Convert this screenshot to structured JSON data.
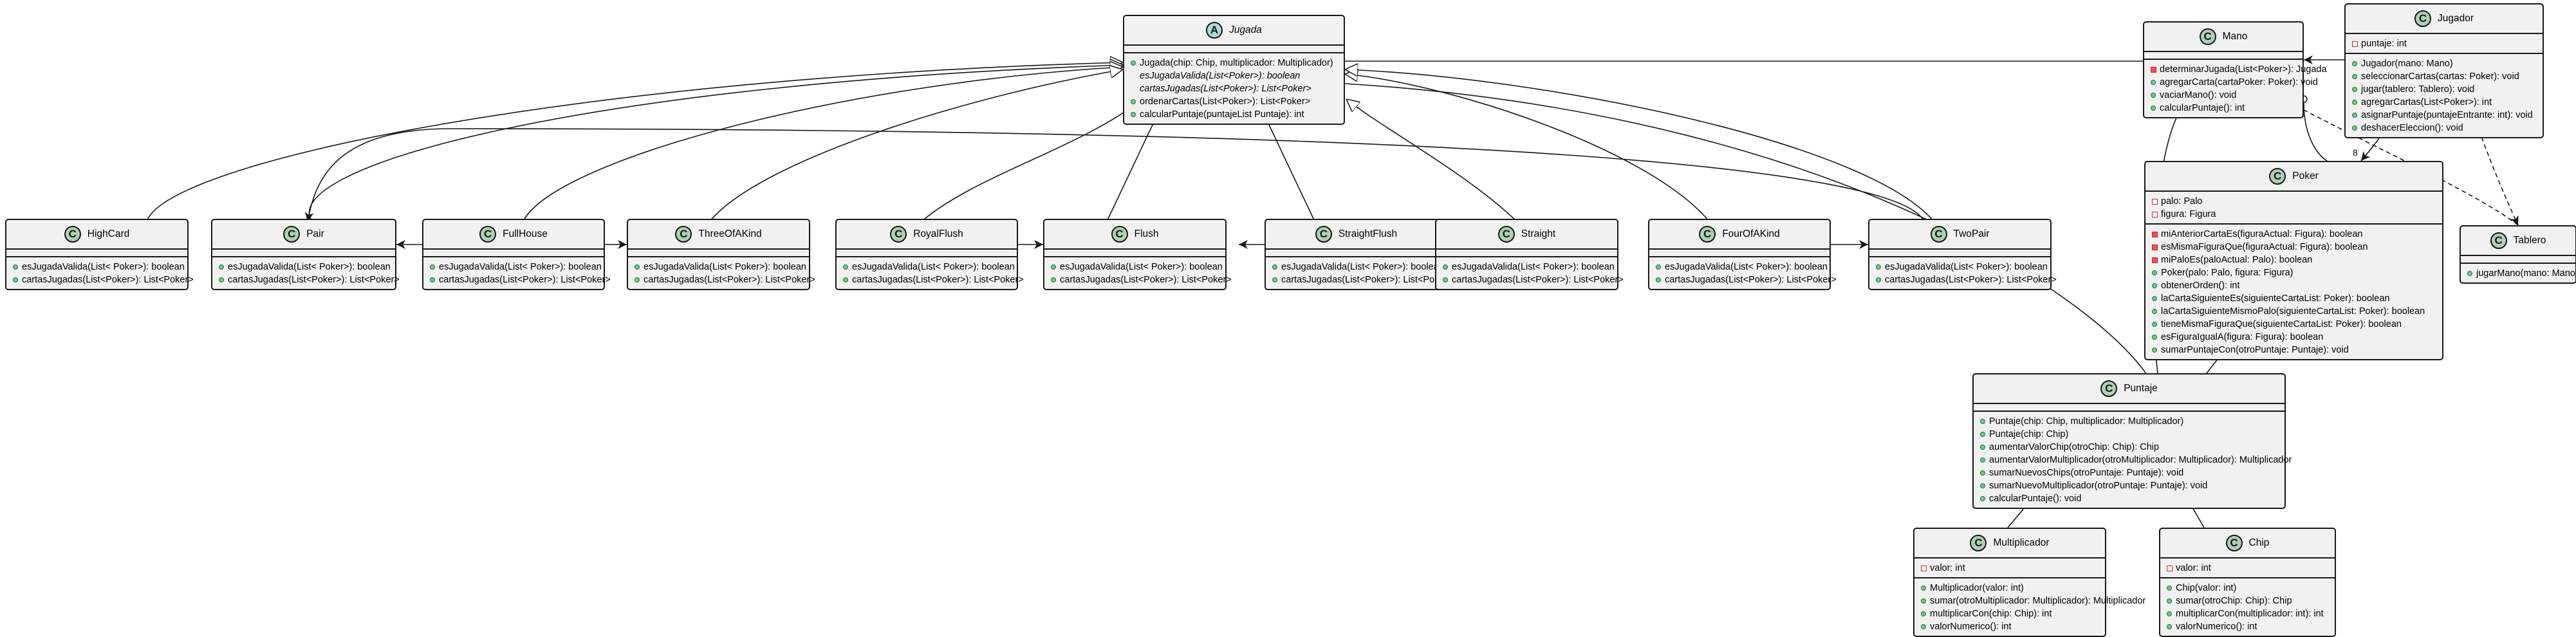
{
  "diagram": {
    "classes": {
      "Jugada": {
        "name": "Jugada",
        "kind": "abstract",
        "badge": "A",
        "fields": [],
        "methods": [
          {
            "vis": "pub",
            "text": "Jugada(chip: Chip, multiplicador: Multiplicador)",
            "abstract": false
          },
          {
            "vis": "none",
            "text": "esJugadaValida(List<Poker>): boolean",
            "abstract": true
          },
          {
            "vis": "none",
            "text": "cartasJugadas(List<Poker>): List<Poker>",
            "abstract": true
          },
          {
            "vis": "pub",
            "text": "ordenarCartas(List<Poker>): List<Poker>",
            "abstract": false
          },
          {
            "vis": "pub",
            "text": "calcularPuntaje(puntajeList Puntaje): int",
            "abstract": false
          }
        ]
      },
      "Mano": {
        "name": "Mano",
        "kind": "class",
        "badge": "C",
        "fields": [],
        "methods": [
          {
            "vis": "priv",
            "text": "determinarJugada(List<Poker>): Jugada"
          },
          {
            "vis": "pub",
            "text": "agregarCarta(cartaPoker: Poker): void"
          },
          {
            "vis": "pub",
            "text": "vaciarMano(): void"
          },
          {
            "vis": "pub",
            "text": "calcularPuntaje(): int"
          }
        ]
      },
      "Jugador": {
        "name": "Jugador",
        "kind": "class",
        "badge": "C",
        "fields": [
          {
            "vis": "privf",
            "text": "puntaje: int"
          }
        ],
        "methods": [
          {
            "vis": "pub",
            "text": "Jugador(mano: Mano)"
          },
          {
            "vis": "pub",
            "text": "seleccionarCartas(cartas: Poker): void"
          },
          {
            "vis": "pub",
            "text": "jugar(tablero: Tablero): void"
          },
          {
            "vis": "pub",
            "text": "agregarCartas(List<Poker>): int"
          },
          {
            "vis": "pub",
            "text": "asignarPuntaje(puntajeEntrante: int): void"
          },
          {
            "vis": "pub",
            "text": "deshacerEleccion(): void"
          }
        ]
      },
      "Poker": {
        "name": "Poker",
        "kind": "class",
        "badge": "C",
        "fields": [
          {
            "vis": "privf",
            "text": "palo: Palo"
          },
          {
            "vis": "privf",
            "text": "figura: Figura"
          }
        ],
        "methods": [
          {
            "vis": "priv",
            "text": "miAnteriorCartaEs(figuraActual: Figura): boolean"
          },
          {
            "vis": "priv",
            "text": "esMismaFiguraQue(figuraActual: Figura): boolean"
          },
          {
            "vis": "priv",
            "text": "miPaloEs(paloActual: Palo): boolean"
          },
          {
            "vis": "pub",
            "text": "Poker(palo: Palo, figura: Figura)"
          },
          {
            "vis": "pub",
            "text": "obtenerOrden(): int"
          },
          {
            "vis": "pub",
            "text": "laCartaSiguienteEs(siguienteCartaList: Poker): boolean"
          },
          {
            "vis": "pub",
            "text": "laCartaSiguienteMismoPalo(siguienteCartaList: Poker): boolean"
          },
          {
            "vis": "pub",
            "text": "tieneMismaFiguraQue(siguienteCartaList: Poker): boolean"
          },
          {
            "vis": "pub",
            "text": "esFiguraIgualA(figura: Figura): boolean"
          },
          {
            "vis": "pub",
            "text": "sumarPuntajeCon(otroPuntaje: Puntaje): void"
          }
        ]
      },
      "Tablero": {
        "name": "Tablero",
        "kind": "class",
        "badge": "C",
        "fields": [],
        "methods": [
          {
            "vis": "pub",
            "text": "jugarMano(mano: Mano): int"
          }
        ]
      },
      "Puntaje": {
        "name": "Puntaje",
        "kind": "class",
        "badge": "C",
        "fields": [],
        "methods": [
          {
            "vis": "pub",
            "text": "Puntaje(chip: Chip, multiplicador: Multiplicador)"
          },
          {
            "vis": "pub",
            "text": "Puntaje(chip: Chip)"
          },
          {
            "vis": "pub",
            "text": "aumentarValorChip(otroChip: Chip): Chip"
          },
          {
            "vis": "pub",
            "text": "aumentarValorMultiplicador(otroMultiplicador: Multiplicador): Multiplicador"
          },
          {
            "vis": "pub",
            "text": "sumarNuevosChips(otroPuntaje: Puntaje): void"
          },
          {
            "vis": "pub",
            "text": "sumarNuevoMultiplicador(otroPuntaje: Puntaje): void"
          },
          {
            "vis": "pub",
            "text": "calcularPuntaje(): void"
          }
        ]
      },
      "Multiplicador": {
        "name": "Multiplicador",
        "kind": "class",
        "badge": "C",
        "fields": [
          {
            "vis": "privf",
            "text": "valor: int"
          }
        ],
        "methods": [
          {
            "vis": "pub",
            "text": "Multiplicador(valor: int)"
          },
          {
            "vis": "pub",
            "text": "sumar(otroMultiplicador: Multiplicador): Multiplicador"
          },
          {
            "vis": "pub",
            "text": "multiplicarCon(chip: Chip): int"
          },
          {
            "vis": "pub",
            "text": "valorNumerico(): int"
          }
        ]
      },
      "Chip": {
        "name": "Chip",
        "kind": "class",
        "badge": "C",
        "fields": [
          {
            "vis": "privf",
            "text": "valor: int"
          }
        ],
        "methods": [
          {
            "vis": "pub",
            "text": "Chip(valor: int)"
          },
          {
            "vis": "pub",
            "text": "sumar(otroChip: Chip): Chip"
          },
          {
            "vis": "pub",
            "text": "multiplicarCon(multiplicador: int): int"
          },
          {
            "vis": "pub",
            "text": "valorNumerico(): int"
          }
        ]
      },
      "HighCard": {
        "name": "HighCard",
        "kind": "class",
        "badge": "C",
        "fields": [],
        "methods": [
          {
            "vis": "pub",
            "text": "esJugadaValida(List< Poker>): boolean"
          },
          {
            "vis": "pub",
            "text": "cartasJugadas(List<Poker>): List<Poker>"
          }
        ]
      },
      "Pair": {
        "name": "Pair",
        "kind": "class",
        "badge": "C",
        "fields": [],
        "methods": [
          {
            "vis": "pub",
            "text": "esJugadaValida(List< Poker>): boolean"
          },
          {
            "vis": "pub",
            "text": "cartasJugadas(List<Poker>): List<Poker>"
          }
        ]
      },
      "FullHouse": {
        "name": "FullHouse",
        "kind": "class",
        "badge": "C",
        "fields": [],
        "methods": [
          {
            "vis": "pub",
            "text": "esJugadaValida(List< Poker>): boolean"
          },
          {
            "vis": "pub",
            "text": "cartasJugadas(List<Poker>): List<Poker>"
          }
        ]
      },
      "ThreeOfAKind": {
        "name": "ThreeOfAKind",
        "kind": "class",
        "badge": "C",
        "fields": [],
        "methods": [
          {
            "vis": "pub",
            "text": "esJugadaValida(List< Poker>): boolean"
          },
          {
            "vis": "pub",
            "text": "cartasJugadas(List<Poker>): List<Poker>"
          }
        ]
      },
      "RoyalFlush": {
        "name": "RoyalFlush",
        "kind": "class",
        "badge": "C",
        "fields": [],
        "methods": [
          {
            "vis": "pub",
            "text": "esJugadaValida(List< Poker>): boolean"
          },
          {
            "vis": "pub",
            "text": "cartasJugadas(List<Poker>): List<Poker>"
          }
        ]
      },
      "Flush": {
        "name": "Flush",
        "kind": "class",
        "badge": "C",
        "fields": [],
        "methods": [
          {
            "vis": "pub",
            "text": "esJugadaValida(List< Poker>): boolean"
          },
          {
            "vis": "pub",
            "text": "cartasJugadas(List<Poker>): List<Poker>"
          }
        ]
      },
      "StraightFlush": {
        "name": "StraightFlush",
        "kind": "class",
        "badge": "C",
        "fields": [],
        "methods": [
          {
            "vis": "pub",
            "text": "esJugadaValida(List< Poker>): boolean"
          },
          {
            "vis": "pub",
            "text": "cartasJugadas(List<Poker>): List<Poker>"
          }
        ]
      },
      "Straight": {
        "name": "Straight",
        "kind": "class",
        "badge": "C",
        "fields": [],
        "methods": [
          {
            "vis": "pub",
            "text": "esJugadaValida(List< Poker>): boolean"
          },
          {
            "vis": "pub",
            "text": "cartasJugadas(List<Poker>): List<Poker>"
          }
        ]
      },
      "FourOfAKind": {
        "name": "FourOfAKind",
        "kind": "class",
        "badge": "C",
        "fields": [],
        "methods": [
          {
            "vis": "pub",
            "text": "esJugadaValida(List< Poker>): boolean"
          },
          {
            "vis": "pub",
            "text": "cartasJugadas(List<Poker>): List<Poker>"
          }
        ]
      },
      "TwoPair": {
        "name": "TwoPair",
        "kind": "class",
        "badge": "C",
        "fields": [],
        "methods": [
          {
            "vis": "pub",
            "text": "esJugadaValida(List< Poker>): boolean"
          },
          {
            "vis": "pub",
            "text": "cartasJugadas(List<Poker>): List<Poker>"
          }
        ]
      }
    },
    "multiplicity_labels": {
      "jugador_poker": "8"
    },
    "colors": {
      "box_fill": "#f1f1f1",
      "border": "#181818",
      "class_badge": "#add1b2",
      "abstract_badge": "#a9dcdf",
      "public": "#84be84",
      "private": "#c82930"
    }
  }
}
